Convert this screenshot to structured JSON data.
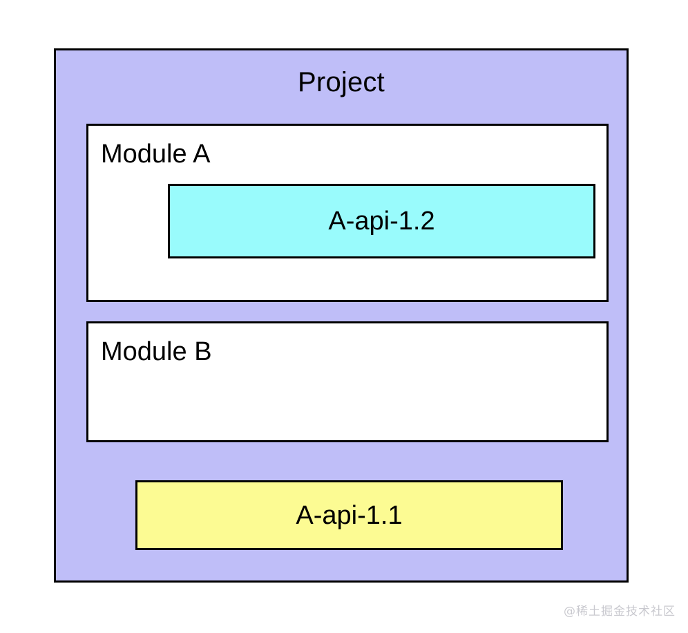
{
  "diagram": {
    "type": "nested-container-diagram",
    "project": {
      "title": "Project",
      "fill_color": "#bfbef8",
      "border_color": "#000000"
    },
    "modules": [
      {
        "label": "Module A",
        "fill_color": "#ffffff",
        "border_color": "#000000",
        "artifacts": [
          {
            "label": "A-api-1.2",
            "fill_color": "#99fbfc",
            "border_color": "#000000"
          }
        ]
      },
      {
        "label": "Module B",
        "fill_color": "#ffffff",
        "border_color": "#000000",
        "artifacts": []
      }
    ],
    "project_level_artifacts": [
      {
        "label": "A-api-1.1",
        "fill_color": "#fcfb93",
        "border_color": "#000000"
      }
    ]
  },
  "watermark": {
    "text": "@稀土掘金技术社区",
    "color": "#c9c9cf"
  }
}
